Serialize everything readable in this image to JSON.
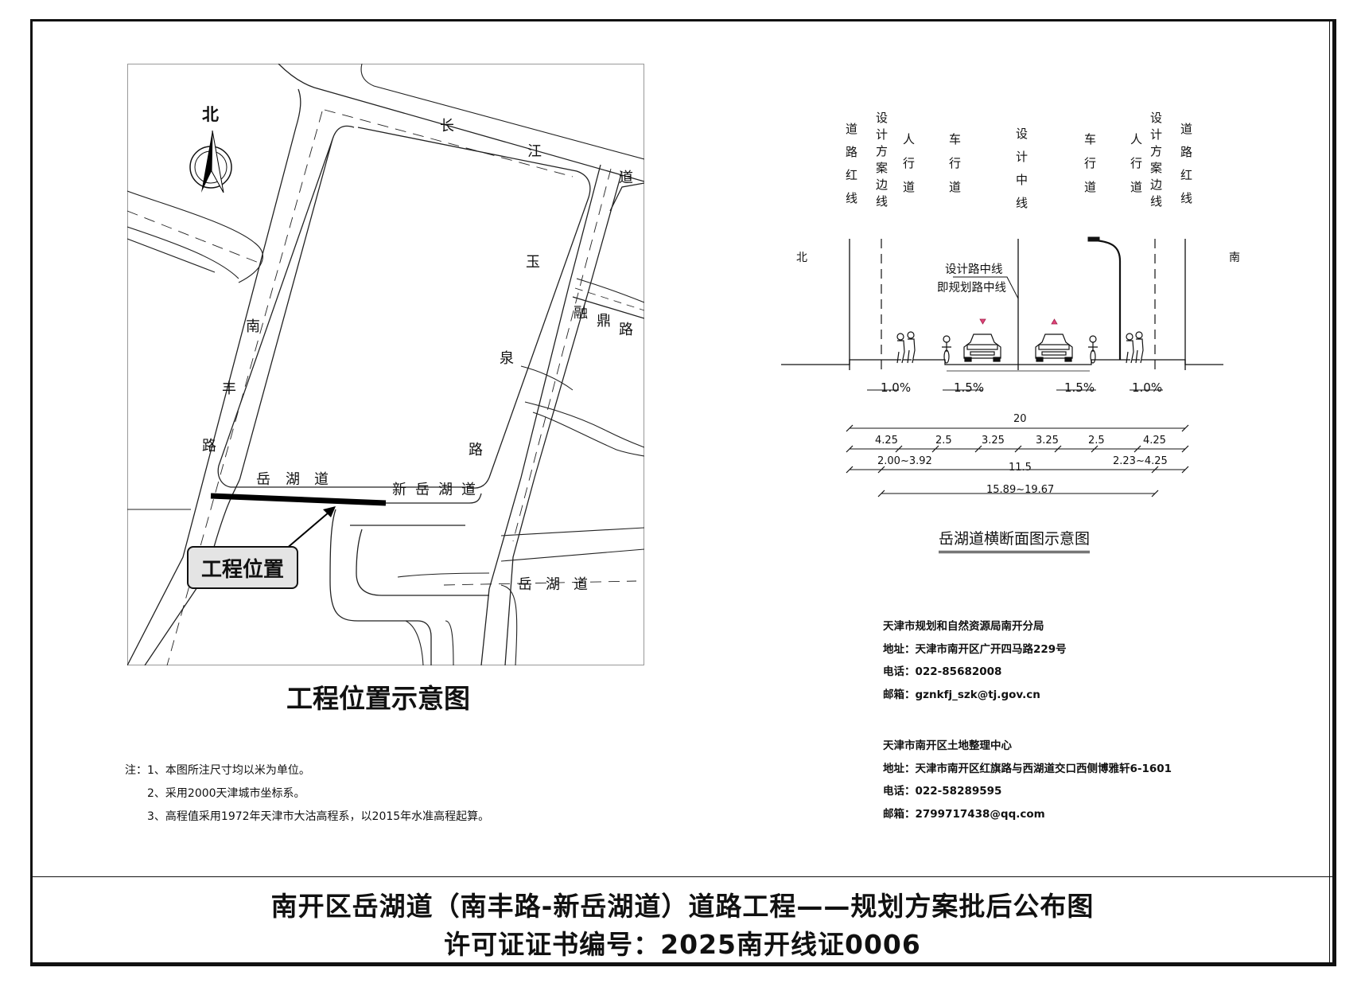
{
  "location_map": {
    "north_label": "北",
    "roads": {
      "changjiang": [
        "长",
        "江",
        "道"
      ],
      "nanfeng": [
        "南",
        "丰",
        "路"
      ],
      "yuquan": [
        "玉",
        "泉",
        "路"
      ],
      "rongding": [
        "融",
        "鼎",
        "路"
      ],
      "yuehu_upper": [
        "岳",
        "湖",
        "道"
      ],
      "xinyuehu": [
        "新",
        "岳",
        "湖",
        "道"
      ],
      "yuehu_lower": [
        "岳",
        "湖",
        "道"
      ]
    },
    "project_callout": "工程位置",
    "caption": "工程位置示意图"
  },
  "notes": [
    "注：1、本图所注尺寸均以米为单位。",
    "2、采用2000天津城市坐标系。",
    "3、高程值采用1972年天津市大沽高程系，以2015年水准高程起算。"
  ],
  "cross_section": {
    "labels": {
      "road_red_line_left": [
        "道",
        "路",
        "红",
        "线"
      ],
      "design_edge_left": [
        "设",
        "计",
        "方",
        "案",
        "边",
        "线"
      ],
      "sidewalk_left": [
        "人",
        "行",
        "道"
      ],
      "carriageway_left": [
        "车",
        "行",
        "道"
      ],
      "design_center": [
        "设",
        "计",
        "中",
        "线"
      ],
      "carriageway_right": [
        "车",
        "行",
        "道"
      ],
      "sidewalk_right": [
        "人",
        "行",
        "道"
      ],
      "design_edge_right": [
        "设",
        "计",
        "方",
        "案",
        "边",
        "线"
      ],
      "road_red_line_right": [
        "道",
        "路",
        "红",
        "线"
      ]
    },
    "north": "北",
    "south": "南",
    "centerline_note_1": "设计路中线",
    "centerline_note_2": "即规划路中线",
    "slopes": [
      "1.0%",
      "1.5%",
      "1.5%",
      "1.0%"
    ],
    "dim_total": "20",
    "dim_segments": [
      "4.25",
      "2.5",
      "3.25",
      "3.25",
      "2.5",
      "4.25"
    ],
    "dim_row3": [
      "2.00~3.92",
      "11.5",
      "2.23~4.25"
    ],
    "dim_row4": "15.89~19.67",
    "caption": "岳湖道横断面图示意图"
  },
  "contacts": [
    {
      "org": "天津市规划和自然资源局南开分局",
      "address": "地址：天津市南开区广开四马路229号",
      "phone": "电话：022-85682008",
      "email": "邮箱：gznkfj_szk@tj.gov.cn"
    },
    {
      "org": "天津市南开区土地整理中心",
      "address": "地址：天津市南开区红旗路与西湖道交口西侧博雅轩6-1601",
      "phone": "电话：022-58289595",
      "email": "邮箱：2799717438@qq.com"
    }
  ],
  "title": {
    "line1": "南开区岳湖道（南丰路-新岳湖道）道路工程——规划方案批后公布图",
    "line2": "许可证证书编号：2025南开线证0006"
  }
}
